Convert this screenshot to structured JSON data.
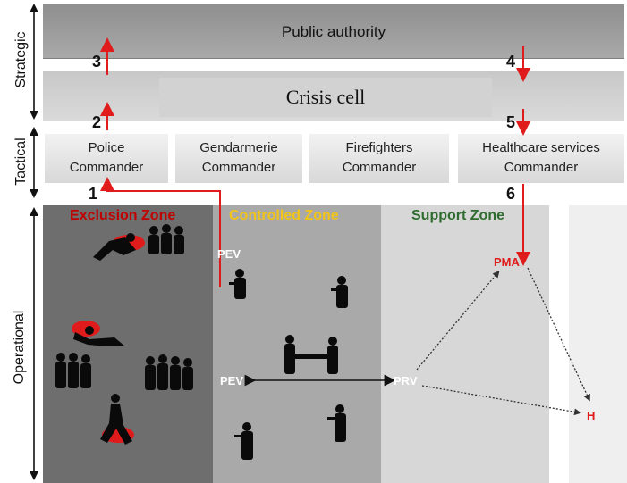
{
  "layers": {
    "strategic": "Strategic",
    "tactical": "Tactical",
    "operational": "Operational"
  },
  "strategic_level": {
    "public_authority": "Public authority"
  },
  "crisis": {
    "label": "Crisis cell"
  },
  "commanders": {
    "police": {
      "line1": "Police",
      "line2": "Commander"
    },
    "gendarmerie": {
      "line1": "Gendarmerie",
      "line2": "Commander"
    },
    "firefighters": {
      "line1": "Firefighters",
      "line2": "Commander"
    },
    "healthcare": {
      "line1": "Healthcare services",
      "line2": "Commander"
    }
  },
  "zones": {
    "exclusion": "Exclusion Zone",
    "controlled": "Controlled Zone",
    "support": "Support Zone"
  },
  "steps": {
    "s1": "1",
    "s2": "2",
    "s3": "3",
    "s4": "4",
    "s5": "5",
    "s6": "6"
  },
  "sites": {
    "pev_top": "PEV",
    "pev_mid": "PEV",
    "prv": "PRV",
    "pma": "PMA",
    "hospital": "H"
  },
  "colors": {
    "arrow_red": "#e01b1b",
    "exclusion_title": "#c00000",
    "controlled_title": "#f0c419",
    "support_title": "#2f6b2f",
    "site_red": "#e01b1b"
  }
}
